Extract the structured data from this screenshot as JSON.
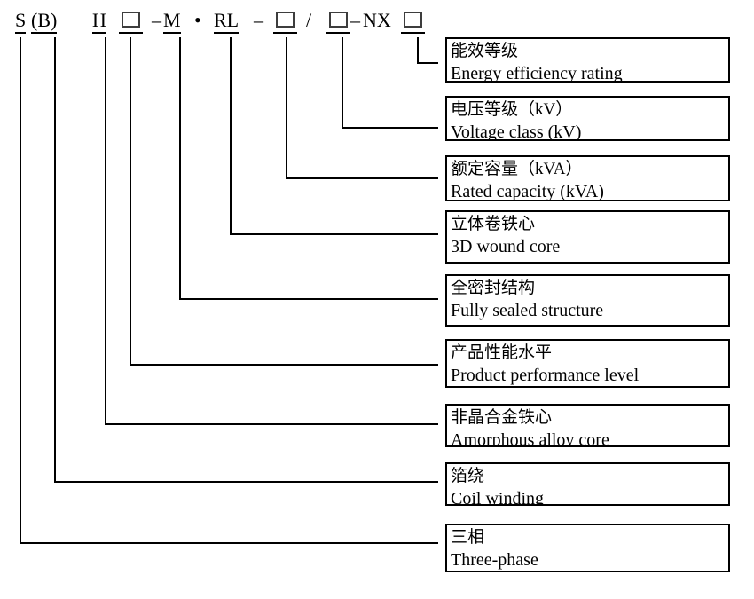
{
  "formula": {
    "segments": [
      {
        "text": "S",
        "underline": true
      },
      {
        "text": "(B)",
        "underline": true
      },
      {
        "text": "H",
        "underline": true
      },
      {
        "text": "",
        "square": true,
        "underline": true
      },
      {
        "text": "–",
        "underline": false
      },
      {
        "text": "M",
        "underline": true
      },
      {
        "text": "•",
        "underline": false
      },
      {
        "text": "RL",
        "underline": true
      },
      {
        "text": "–",
        "underline": false
      },
      {
        "text": "",
        "square": true,
        "underline": true
      },
      {
        "text": "/",
        "underline": false
      },
      {
        "text": "",
        "square": true,
        "underline": true
      },
      {
        "text": "–",
        "underline": false
      },
      {
        "text": "NX",
        "underline": false
      },
      {
        "text": "",
        "square": true,
        "underline": true
      }
    ]
  },
  "labels": [
    {
      "zh": "能效等级",
      "en": "Energy efficiency rating"
    },
    {
      "zh": "电压等级（kV）",
      "en": "Voltage class (kV)"
    },
    {
      "zh": "额定容量（kVA）",
      "en": "Rated capacity (kVA)"
    },
    {
      "zh": "立体卷铁心",
      "en": "3D wound core"
    },
    {
      "zh": "全密封结构",
      "en": "Fully sealed structure"
    },
    {
      "zh": "产品性能水平",
      "en": "Product performance level"
    },
    {
      "zh": "非晶合金铁心",
      "en": "Amorphous alloy core"
    },
    {
      "zh": "箔绕",
      "en": "Coil winding"
    },
    {
      "zh": "三相",
      "en": "Three-phase"
    }
  ],
  "colors": {
    "line": "#000000",
    "text": "#000000",
    "background": "#ffffff",
    "square_outline": "#3d3d3d"
  }
}
